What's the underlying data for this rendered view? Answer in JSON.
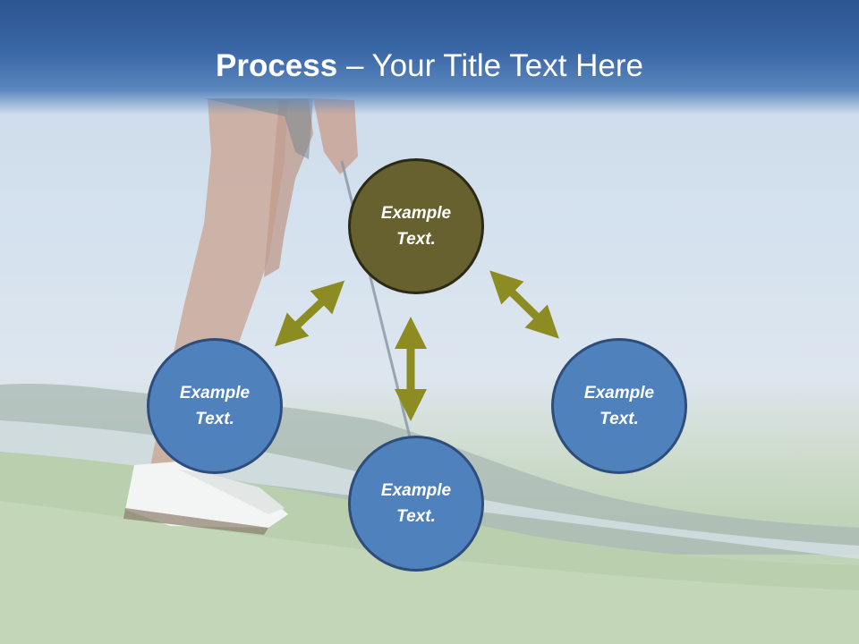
{
  "title": {
    "bold": "Process",
    "rest": " – Your Title Text Here"
  },
  "nodes": {
    "center": "Example Text.",
    "left": "Example Text.",
    "right": "Example Text.",
    "bottom": "Example Text."
  },
  "colors": {
    "title_band": "#3a67a6",
    "node_blue": "#4f81bd",
    "node_olive": "#66612f",
    "arrow": "#8c8c22"
  }
}
